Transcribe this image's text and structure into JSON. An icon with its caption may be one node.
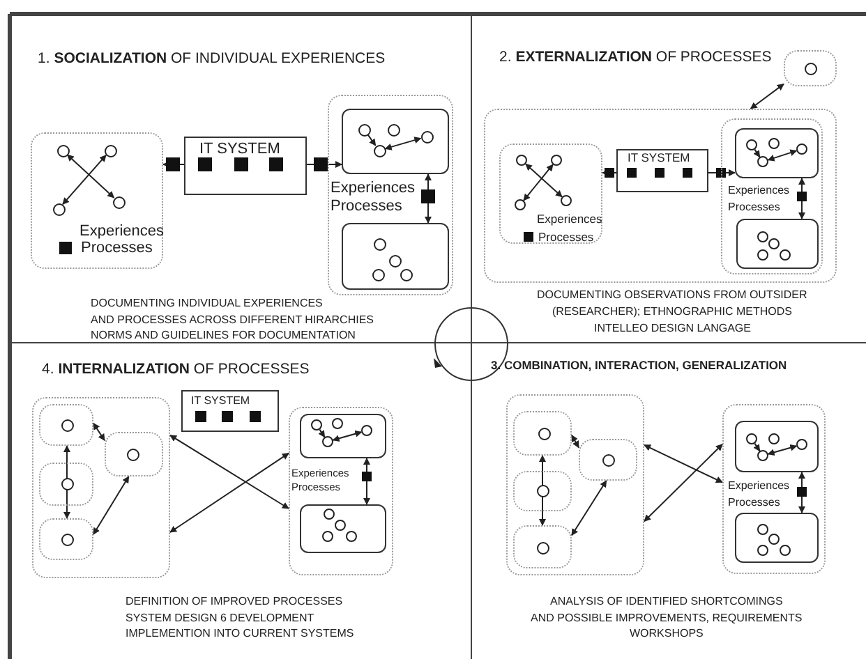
{
  "diagram": {
    "nodes": [
      {
        "text": [
          "Experiences",
          "Processes"
        ]
      },
      {
        "text": [],
        "shape": "circle",
        "in": 0
      },
      {
        "text": [],
        "shape": "circle",
        "in": 0
      },
      {
        "text": [],
        "shape": "circle",
        "in": 0
      },
      {
        "text": [],
        "shape": "circle",
        "in": 0
      },
      {
        "text": [
          "IT SYSTEM"
        ]
      },
      {
        "text": [
          "Experiences",
          "Processes"
        ]
      },
      {
        "text": [],
        "shape": "box",
        "in": 6
      },
      {
        "text": [],
        "shape": "circle",
        "in": 7
      },
      {
        "text": [],
        "shape": "circle",
        "in": 7
      },
      {
        "text": [],
        "shape": "circle",
        "in": 7
      },
      {
        "text": [],
        "shape": "circle",
        "in": 7
      },
      {
        "text": [],
        "shape": "box",
        "in": 6
      },
      {
        "text": [],
        "shape": "circle",
        "in": 12
      },
      {
        "text": [],
        "shape": "circle",
        "in": 12
      },
      {
        "text": [],
        "shape": "circle",
        "in": 12
      },
      {
        "text": [],
        "shape": "circle",
        "in": 12
      },
      {
        "text": [],
        "shape": "box"
      },
      {
        "text": [],
        "shape": "circle",
        "in": 17
      },
      {
        "text": [],
        "shape": "box"
      },
      {
        "text": [
          "Experiences",
          "Processes"
        ],
        "in": 19
      },
      {
        "text": [],
        "shape": "circle",
        "in": 20
      },
      {
        "text": [],
        "shape": "circle",
        "in": 20
      },
      {
        "text": [],
        "shape": "circle",
        "in": 20
      },
      {
        "text": [],
        "shape": "circle",
        "in": 20
      },
      {
        "text": [
          "IT SYSTEM"
        ],
        "in": 19
      },
      {
        "text": [
          "Experiences",
          "Processes"
        ],
        "in": 19
      },
      {
        "text": [],
        "shape": "box",
        "in": 26
      },
      {
        "text": [],
        "shape": "circle",
        "in": 27
      },
      {
        "text": [],
        "shape": "circle",
        "in": 27
      },
      {
        "text": [],
        "shape": "circle",
        "in": 27
      },
      {
        "text": [],
        "shape": "circle",
        "in": 27
      },
      {
        "text": [],
        "shape": "box",
        "in": 26
      },
      {
        "text": [],
        "shape": "circle",
        "in": 32
      },
      {
        "text": [],
        "shape": "circle",
        "in": 32
      },
      {
        "text": [],
        "shape": "circle",
        "in": 32
      },
      {
        "text": [],
        "shape": "circle",
        "in": 32
      },
      {
        "text": [],
        "shape": "box"
      },
      {
        "text": [],
        "shape": "box",
        "in": 37
      },
      {
        "text": [],
        "shape": "circle",
        "in": 38
      },
      {
        "text": [],
        "shape": "box",
        "in": 37
      },
      {
        "text": [],
        "shape": "circle",
        "in": 40
      },
      {
        "text": [],
        "shape": "box",
        "in": 37
      },
      {
        "text": [],
        "shape": "circle",
        "in": 42
      },
      {
        "text": [],
        "shape": "box",
        "in": 37
      },
      {
        "text": [],
        "shape": "circle",
        "in": 44
      },
      {
        "text": [
          "IT SYSTEM"
        ]
      },
      {
        "text": [
          "Experiences",
          "Processes"
        ]
      },
      {
        "text": [],
        "shape": "box",
        "in": 47
      },
      {
        "text": [],
        "shape": "circle",
        "in": 48
      },
      {
        "text": [],
        "shape": "circle",
        "in": 48
      },
      {
        "text": [],
        "shape": "circle",
        "in": 48
      },
      {
        "text": [],
        "shape": "circle",
        "in": 48
      },
      {
        "text": [],
        "shape": "box",
        "in": 47
      },
      {
        "text": [],
        "shape": "circle",
        "in": 53
      },
      {
        "text": [],
        "shape": "circle",
        "in": 53
      },
      {
        "text": [],
        "shape": "circle",
        "in": 53
      },
      {
        "text": [],
        "shape": "circle",
        "in": 53
      },
      {
        "text": [],
        "shape": "box"
      },
      {
        "text": [],
        "shape": "box",
        "in": 58
      },
      {
        "text": [],
        "shape": "circle",
        "in": 59
      },
      {
        "text": [],
        "shape": "box",
        "in": 58
      },
      {
        "text": [],
        "shape": "circle",
        "in": 61
      },
      {
        "text": [],
        "shape": "box",
        "in": 58
      },
      {
        "text": [],
        "shape": "circle",
        "in": 63
      },
      {
        "text": [],
        "shape": "box",
        "in": 58
      },
      {
        "text": [],
        "shape": "circle",
        "in": 65
      },
      {
        "text": [
          "Experiences",
          "Processes"
        ]
      },
      {
        "text": [],
        "shape": "box",
        "in": 67
      },
      {
        "text": [],
        "shape": "circle",
        "in": 68
      },
      {
        "text": [],
        "shape": "circle",
        "in": 68
      },
      {
        "text": [],
        "shape": "circle",
        "in": 68
      },
      {
        "text": [],
        "shape": "circle",
        "in": 68
      },
      {
        "text": [],
        "shape": "box",
        "in": 67
      },
      {
        "text": [],
        "shape": "circle",
        "in": 73
      },
      {
        "text": [],
        "shape": "circle",
        "in": 73
      },
      {
        "text": [],
        "shape": "circle",
        "in": 73
      },
      {
        "text": [],
        "shape": "circle",
        "in": 73
      }
    ],
    "edges": [
      {
        "from": 1,
        "to": 4,
        "arrow": "both"
      },
      {
        "from": 2,
        "to": 3,
        "arrow": "both"
      },
      {
        "from": 5,
        "to": 0,
        "arrow": "to"
      },
      {
        "from": 5,
        "to": 7,
        "arrow": "to"
      },
      {
        "from": 8,
        "to": 10,
        "arrow": "to"
      },
      {
        "from": 10,
        "to": 11,
        "arrow": "both"
      },
      {
        "from": 7,
        "to": 12,
        "arrow": "both"
      },
      {
        "from": 19,
        "to": 17,
        "arrow": "both"
      },
      {
        "from": 21,
        "to": 24,
        "arrow": "both"
      },
      {
        "from": 22,
        "to": 23,
        "arrow": "both"
      },
      {
        "from": 25,
        "to": 20,
        "arrow": "to"
      },
      {
        "from": 25,
        "to": 27,
        "arrow": "to"
      },
      {
        "from": 28,
        "to": 30,
        "arrow": "to"
      },
      {
        "from": 30,
        "to": 31,
        "arrow": "both"
      },
      {
        "from": 27,
        "to": 32,
        "arrow": "both"
      },
      {
        "from": 38,
        "to": 44,
        "arrow": "both"
      },
      {
        "from": 38,
        "to": 40,
        "arrow": "both"
      },
      {
        "from": 44,
        "to": 40,
        "arrow": "both"
      },
      {
        "from": 37,
        "to": 47,
        "arrow": "both"
      },
      {
        "from": 37,
        "to": 47,
        "arrow": "both"
      },
      {
        "from": 49,
        "to": 51,
        "arrow": "to"
      },
      {
        "from": 51,
        "to": 52,
        "arrow": "both"
      },
      {
        "from": 48,
        "to": 53,
        "arrow": "both"
      },
      {
        "from": 59,
        "to": 65,
        "arrow": "both"
      },
      {
        "from": 59,
        "to": 61,
        "arrow": "both"
      },
      {
        "from": 65,
        "to": 61,
        "arrow": "both"
      },
      {
        "from": 58,
        "to": 67,
        "arrow": "both"
      },
      {
        "from": 58,
        "to": 67,
        "arrow": "both"
      },
      {
        "from": 69,
        "to": 71,
        "arrow": "to"
      },
      {
        "from": 71,
        "to": 72,
        "arrow": "both"
      },
      {
        "from": 68,
        "to": 73,
        "arrow": "both"
      }
    ],
    "labels": [
      "1. **SOCIALIZATION** OF INDIVIDUAL EXPERIENCES",
      "2. **EXTERNALIZATION** OF PROCESSES",
      "DOCUMENTING INDIVIDUAL EXPERIENCES",
      "AND PROCESSES ACROSS DIFFERENT HIRARCHIES",
      "NORMS AND GUIDELINES FOR DOCUMENTATION",
      "DOCUMENTING OBSERVATIONS FROM OUTSIDER",
      "(RESEARCHER); ETHNOGRAPHIC METHODS",
      "INTELLEO DESIGN LANGAGE",
      "4. **INTERNALIZATION** OF PROCESSES",
      "3. COMBINATION, INTERACTION, GENERALIZATION",
      "DEFINITION OF IMPROVED PROCESSES",
      "SYSTEM DESIGN 6 DEVELOPMENT",
      "IMPLEMENTION INTO CURRENT SYSTEMS",
      "ANALYSIS OF IDENTIFIED SHORTCOMINGS",
      "AND POSSIBLE IMPROVEMENTS, REQUIREMENTS",
      "WORKSHOPS"
    ]
  }
}
